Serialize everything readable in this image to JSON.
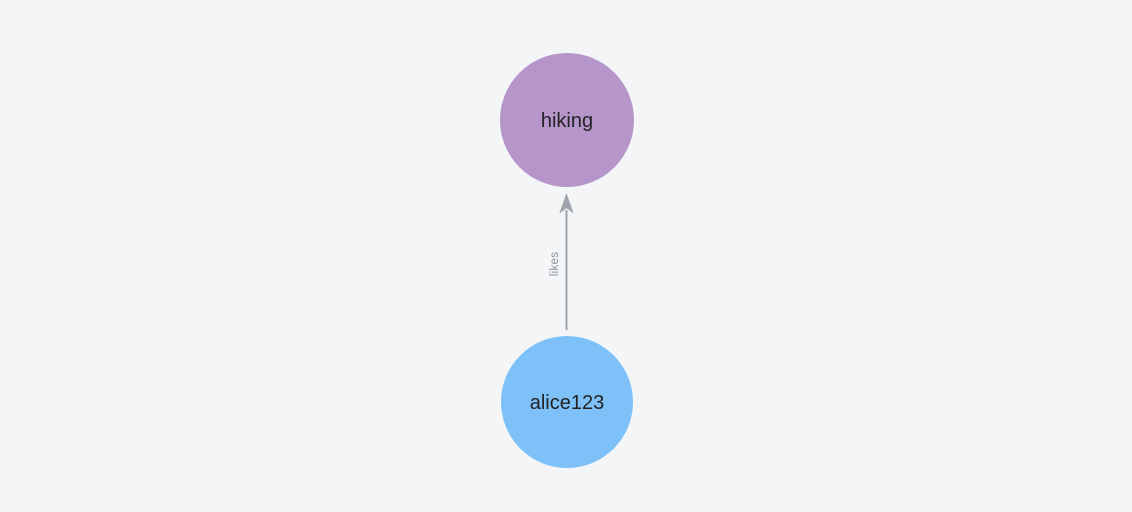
{
  "canvas": {
    "background_color": "#f4f5f6"
  },
  "graph": {
    "nodes": [
      {
        "id": "hiking",
        "label": "hiking",
        "color": "#b695cb",
        "label_color": "#232323"
      },
      {
        "id": "alice123",
        "label": "alice123",
        "color": "#7dc1f8",
        "label_color": "#232323"
      }
    ],
    "edges": [
      {
        "from": "alice123",
        "to": "hiking",
        "label": "likes",
        "color": "#9ea3ac",
        "label_color": "#8e939c",
        "directed": true
      }
    ]
  }
}
